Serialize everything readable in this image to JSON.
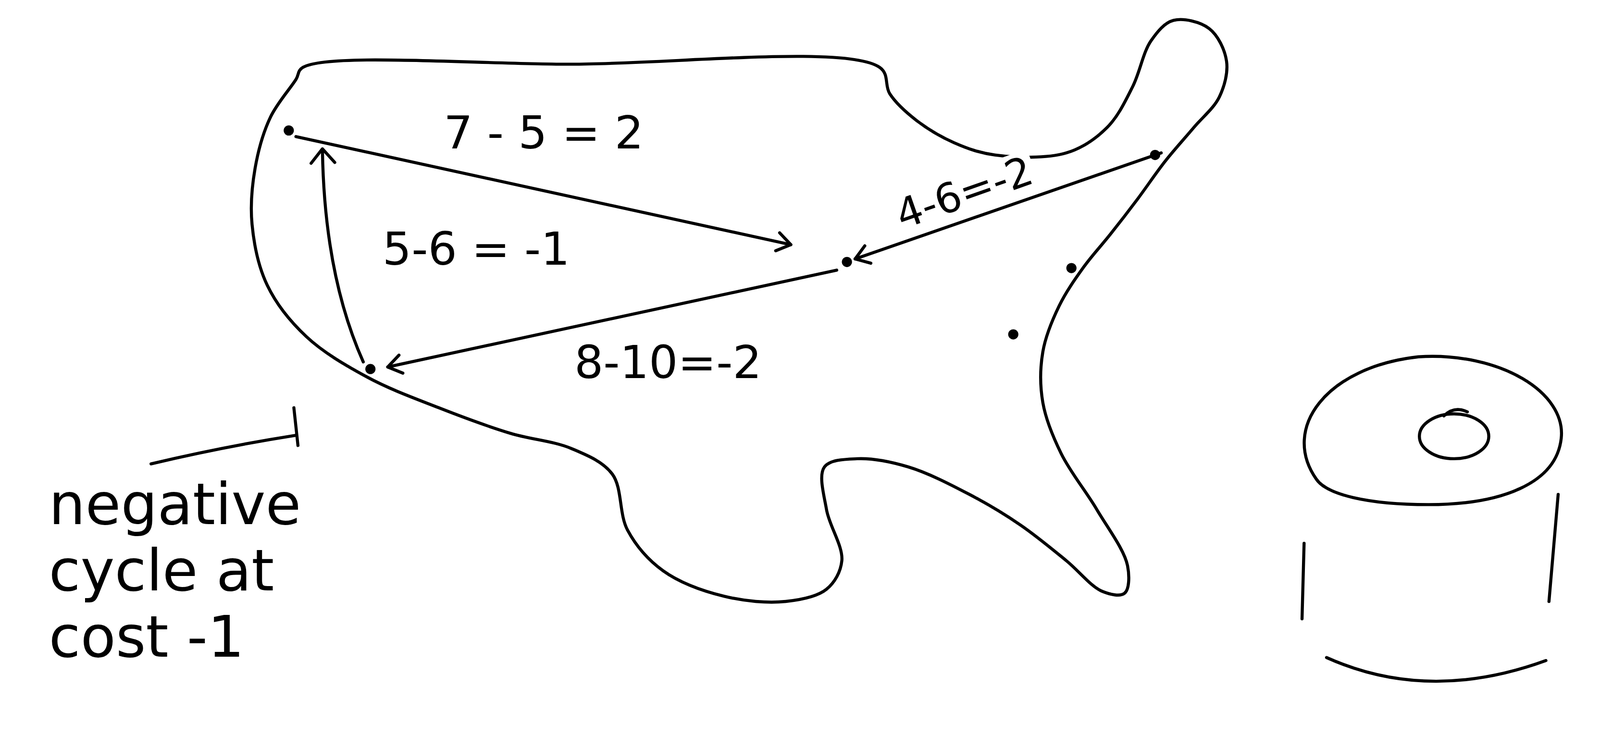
{
  "diagram": {
    "labels": [
      "7 - 5 = 2",
      "5-6 = -1",
      "4-6=-2",
      "8-10=-2",
      "negative cycle at cost -1"
    ]
  }
}
